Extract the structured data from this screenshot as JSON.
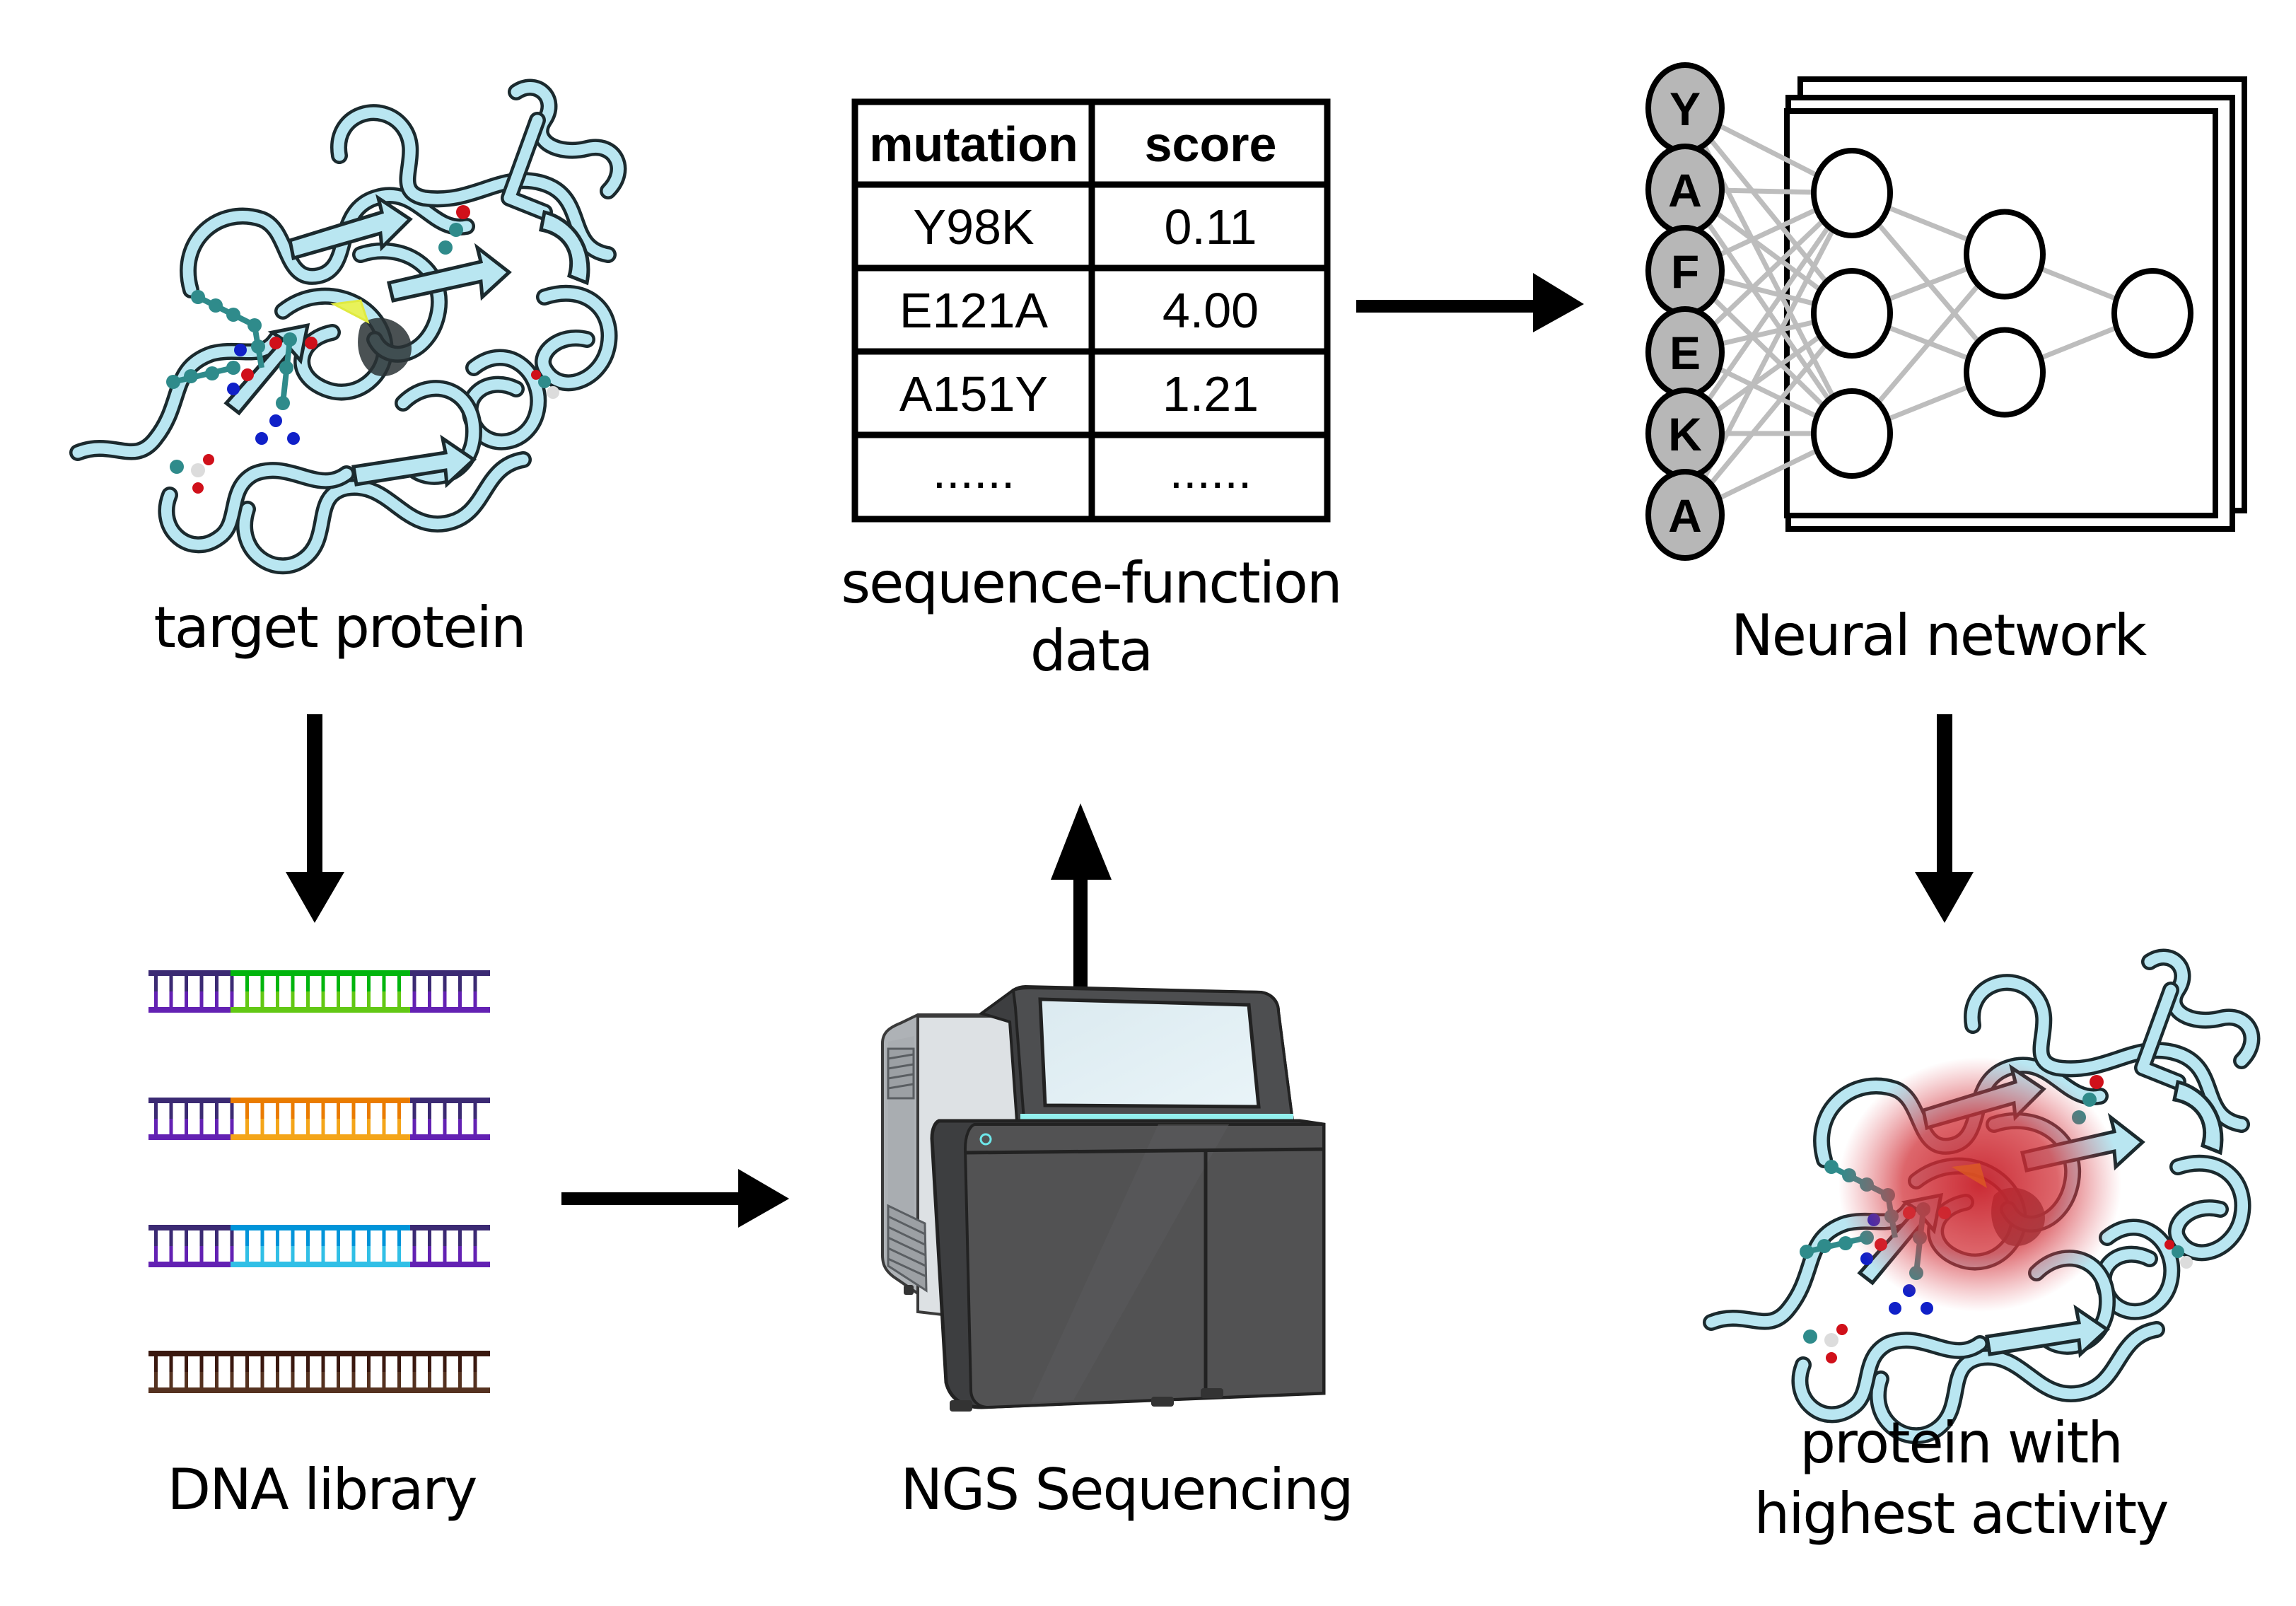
{
  "labels": {
    "target_protein": "target protein",
    "sequence_function_line1": "sequence-function",
    "sequence_function_line2": "data",
    "neural_network": "Neural network",
    "dna_library": "DNA library",
    "ngs_sequencing": "NGS Sequencing",
    "best_protein_line1": "protein with",
    "best_protein_line2": "highest activity"
  },
  "table": {
    "headers": [
      "mutation",
      "score"
    ],
    "rows": [
      [
        "Y98K",
        "0.11"
      ],
      [
        "E121A",
        "4.00"
      ],
      [
        "A151Y",
        "1.21"
      ],
      [
        "......",
        "......"
      ]
    ]
  },
  "neural_network": {
    "input_residues": [
      "Y",
      "A",
      "F",
      "E",
      "K",
      "A"
    ],
    "hidden_layer_sizes": [
      3,
      2
    ],
    "output_size": 1,
    "stacked_frames": 3
  },
  "dna_library": {
    "strands": [
      {
        "flank_top": "#3b2a73",
        "flank_bottom": "#6321b3",
        "insert_top": "#00b50d",
        "insert_bottom": "#62c814"
      },
      {
        "flank_top": "#3b2a73",
        "flank_bottom": "#6321b3",
        "insert_top": "#ea7c00",
        "insert_bottom": "#f4a519"
      },
      {
        "flank_top": "#3b2a73",
        "flank_bottom": "#6321b3",
        "insert_top": "#0094d9",
        "insert_bottom": "#31bfe6"
      },
      {
        "flank_top": "#3a180f",
        "flank_bottom": "#553220",
        "insert_top": "#3a180f",
        "insert_bottom": "#553220"
      }
    ]
  },
  "colors": {
    "protein_ribbon": "#b9e6f1",
    "ribbon_outline": "#1b2a2e",
    "atom_carbon": "#2f8b8b",
    "atom_nitrogen": "#1020c8",
    "atom_oxygen": "#d0101a",
    "highlight_active_site": "#e8f25a",
    "activity_glow": "#d0262c",
    "sequencer_body": "#505050",
    "sequencer_side": "#dde1e4",
    "sequencer_accent": "#93f1ef",
    "screen": "#e0eff4"
  },
  "flow": [
    {
      "from": "target protein",
      "to": "DNA library",
      "direction": "down"
    },
    {
      "from": "DNA library",
      "to": "NGS Sequencing",
      "direction": "right"
    },
    {
      "from": "NGS Sequencing",
      "to": "sequence-function data",
      "direction": "up"
    },
    {
      "from": "sequence-function data",
      "to": "Neural network",
      "direction": "right"
    },
    {
      "from": "Neural network",
      "to": "protein with highest activity",
      "direction": "down"
    }
  ]
}
